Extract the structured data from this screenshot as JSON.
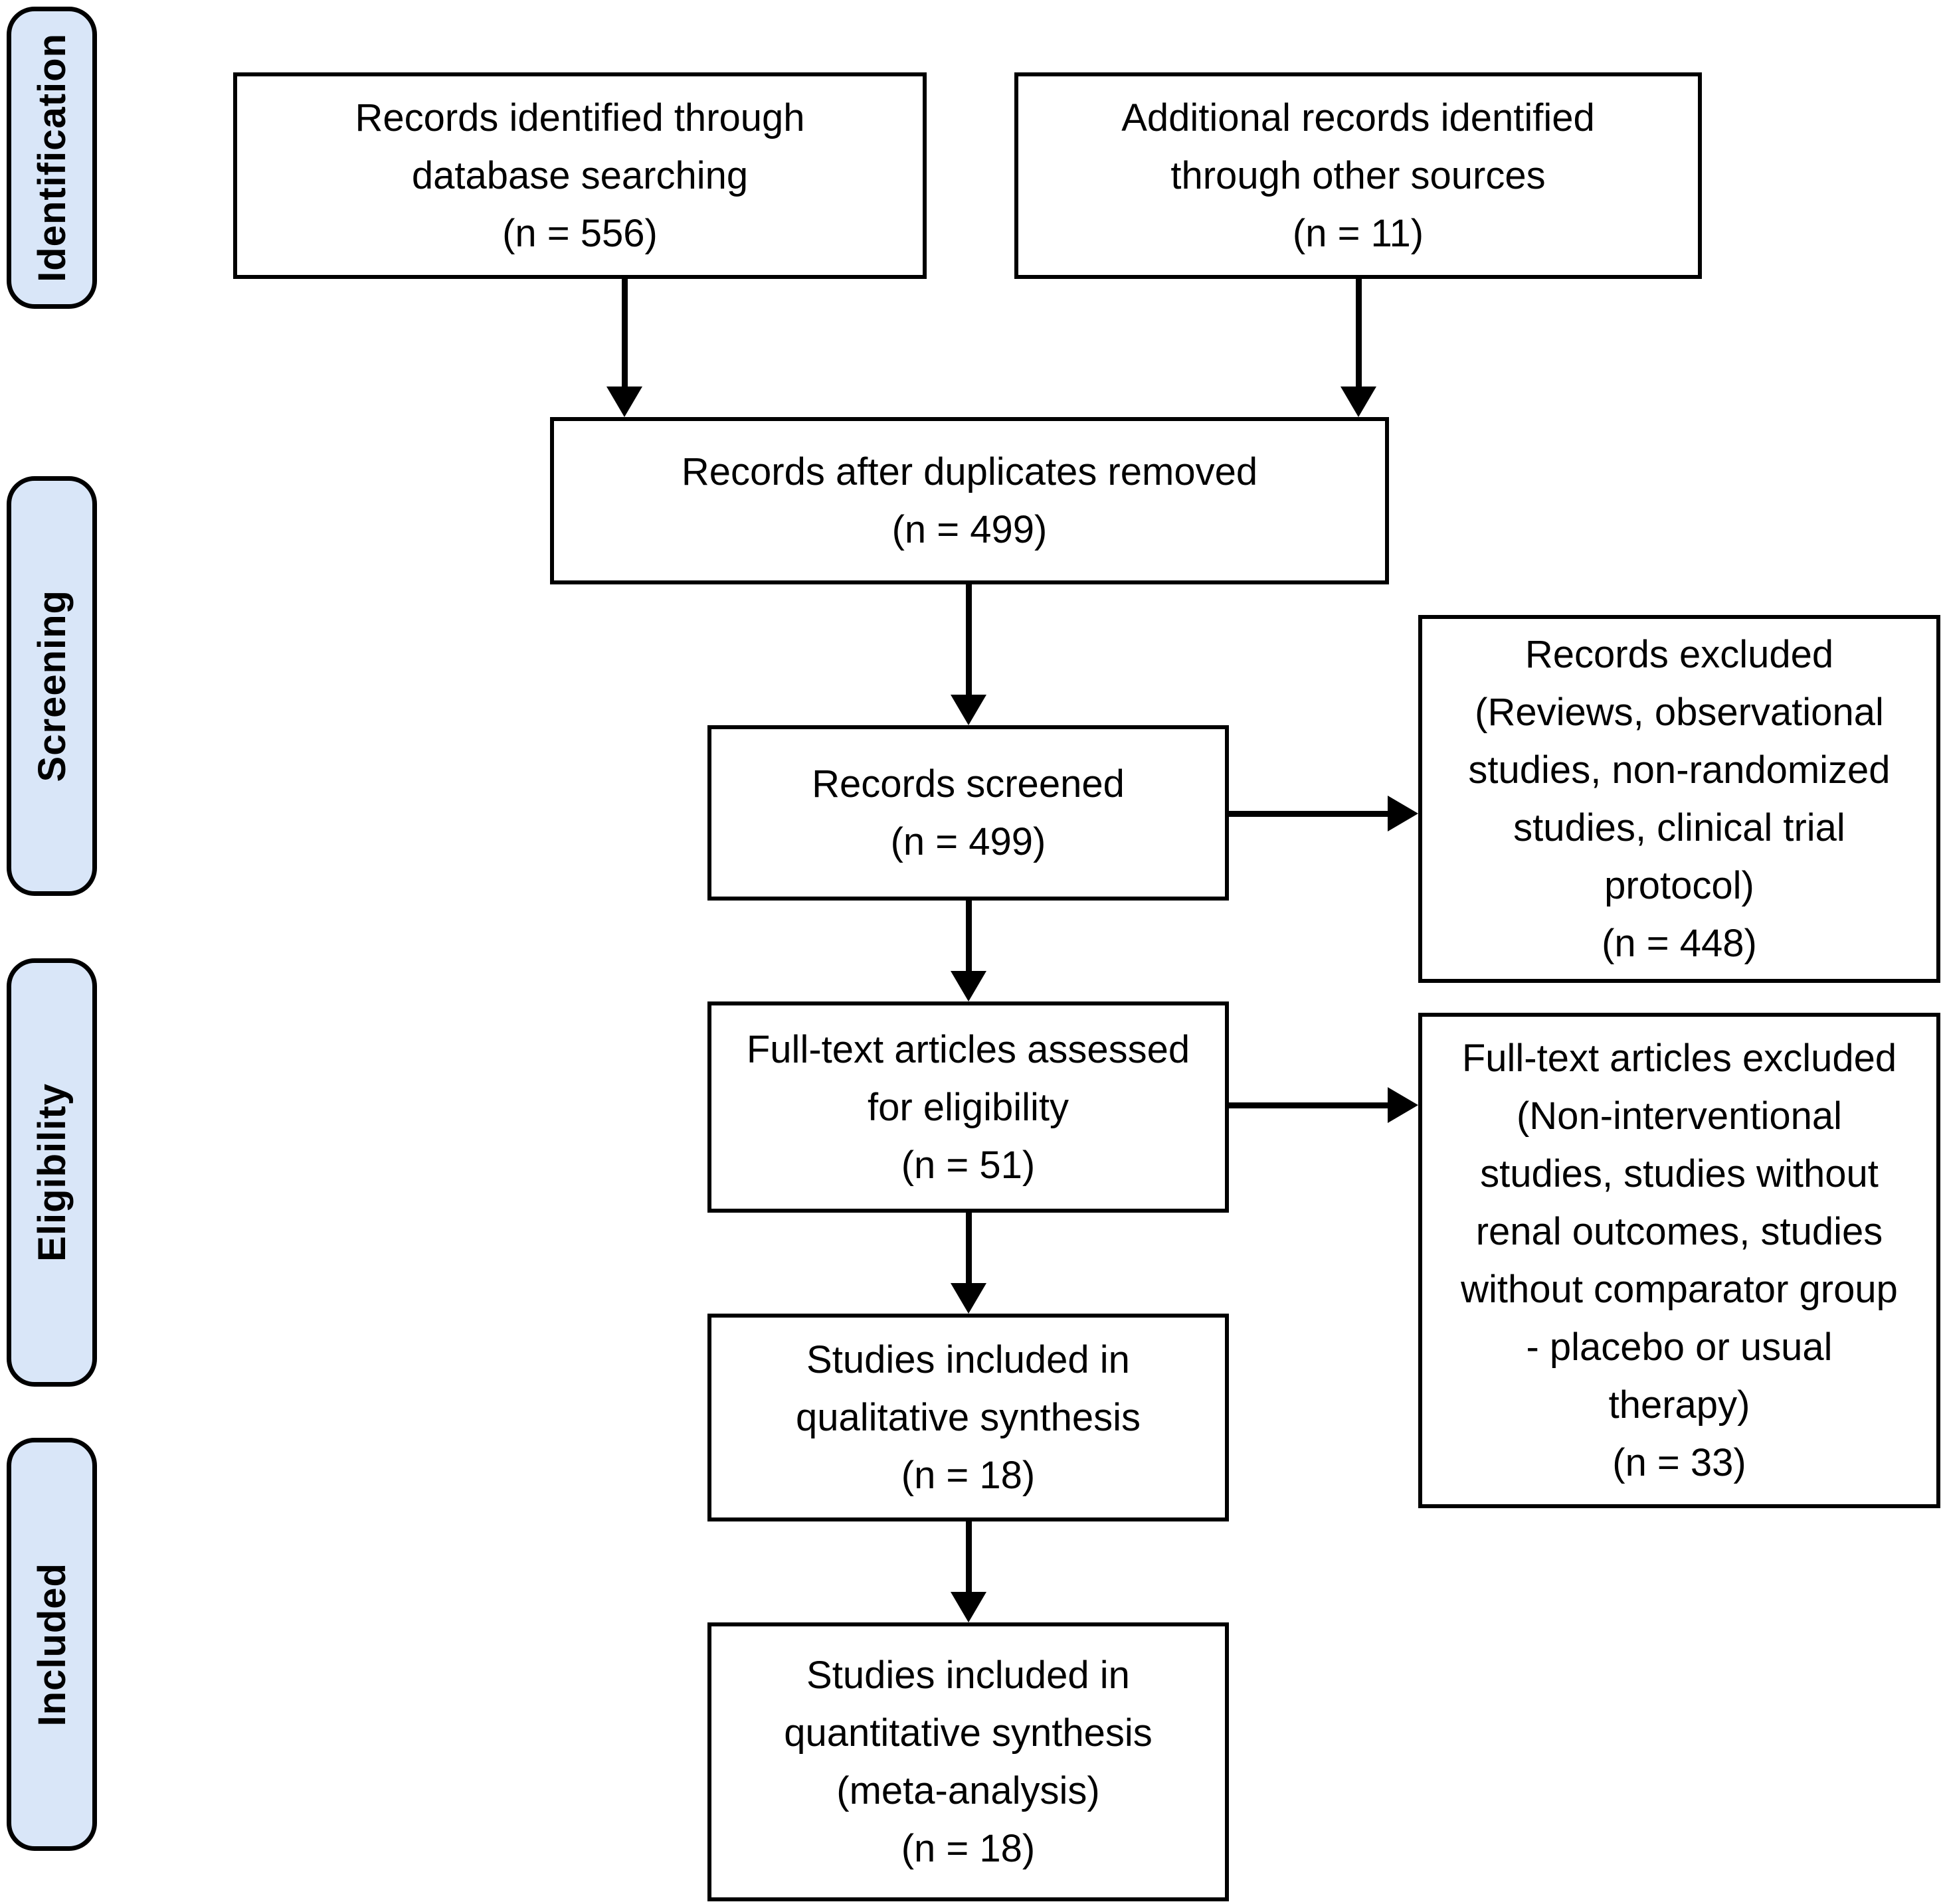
{
  "diagram_type": "PRISMA flow diagram",
  "colors": {
    "background": "#ffffff",
    "stage_fill": "#d9e6f8",
    "node_fill": "#ffffff",
    "line": "#000000",
    "text": "#000000"
  },
  "stages": [
    {
      "label": "Identification"
    },
    {
      "label": "Screening"
    },
    {
      "label": "Eligibility"
    },
    {
      "label": "Included"
    }
  ],
  "nodes": {
    "records_identified": {
      "text": "Records identified through\ndatabase searching\n(n = 556)",
      "n": 556
    },
    "additional_records": {
      "text": "Additional records identified\nthrough other sources\n(n = 11)",
      "n": 11
    },
    "after_duplicates": {
      "text": "Records after duplicates removed\n(n = 499)",
      "n": 499
    },
    "records_screened": {
      "text": "Records screened\n(n = 499)",
      "n": 499
    },
    "records_excluded": {
      "text": "Records excluded\n(Reviews, observational\nstudies, non-randomized\nstudies, clinical trial\nprotocol)\n(n = 448)",
      "n": 448
    },
    "fulltext_assessed": {
      "text": "Full-text articles assessed\nfor eligibility\n(n = 51)",
      "n": 51
    },
    "fulltext_excluded": {
      "text": "Full-text articles excluded\n(Non-interventional\nstudies, studies without\nrenal outcomes, studies\nwithout comparator group\n- placebo or usual\ntherapy)\n(n = 33)",
      "n": 33
    },
    "qualitative_synthesis": {
      "text": "Studies included in\nqualitative synthesis\n(n = 18)",
      "n": 18
    },
    "quantitative_synthesis": {
      "text": "Studies included in\nquantitative synthesis\n(meta-analysis)\n(n = 18)",
      "n": 18
    }
  }
}
